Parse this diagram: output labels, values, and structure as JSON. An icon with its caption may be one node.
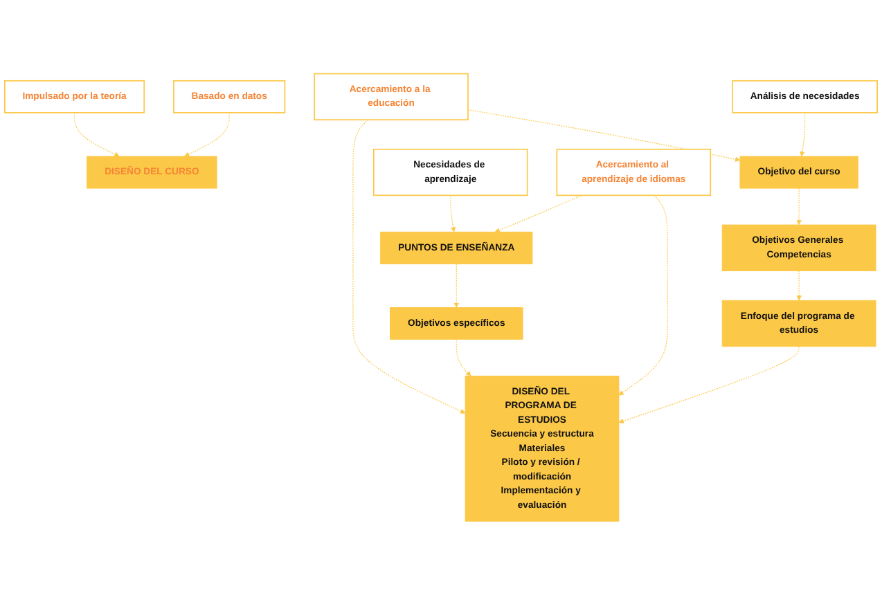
{
  "diagram": {
    "nodes": [
      {
        "text": [
          "Basado en datos"
        ]
      },
      {
        "text": [
          "DISEÑO DEL CURSO"
        ]
      },
      {
        "text": [
          "Impulsado por la teoría"
        ]
      },
      {
        "text": [
          "Objetivo del curso"
        ]
      },
      {
        "text": [
          "Análisis de necesidades"
        ]
      },
      {
        "text": [
          "Acercamiento a la educación"
        ]
      },
      {
        "text": [
          "Objetivos Generales Competencias"
        ]
      },
      {
        "text": [
          "Enfoque del programa de estudios"
        ]
      },
      {
        "text": [
          "DISEÑO DEL PROGRAMA DE ESTUDIOS",
          "Secuencia y estructura",
          "Materiales",
          "Piloto y revisión / modificación",
          "Implementación y evaluación"
        ]
      },
      {
        "text": [
          "Necesidades de aprendizaje"
        ]
      },
      {
        "text": [
          "Acercamiento al aprendizaje de idiomas"
        ]
      },
      {
        "text": [
          "Objetivos específicos"
        ]
      },
      {
        "text": [
          "PUNTOS DE ENSEÑANZA"
        ]
      }
    ],
    "edges": [
      {
        "from": 0,
        "to": 1,
        "arrow": "to",
        "style": "dashed"
      },
      {
        "from": 2,
        "to": 1,
        "arrow": "to",
        "style": "dashed"
      },
      {
        "from": 4,
        "to": 3,
        "arrow": "to",
        "style": "dashed"
      },
      {
        "from": 5,
        "to": 3,
        "arrow": "to",
        "style": "dashed"
      },
      {
        "from": 3,
        "to": 6,
        "arrow": "to",
        "style": "dashed"
      },
      {
        "from": 6,
        "to": 7,
        "arrow": "to",
        "style": "dashed"
      },
      {
        "from": 7,
        "to": 8,
        "arrow": "to",
        "style": "dashed"
      },
      {
        "from": 5,
        "to": 8,
        "arrow": "to",
        "style": "dashed"
      },
      {
        "from": 10,
        "to": 8,
        "arrow": "to",
        "style": "dashed"
      },
      {
        "from": 11,
        "to": 8,
        "arrow": "to",
        "style": "dashed"
      },
      {
        "from": 12,
        "to": 11,
        "arrow": "to",
        "style": "dashed"
      },
      {
        "from": 9,
        "to": 12,
        "arrow": "to",
        "style": "dashed"
      },
      {
        "from": 10,
        "to": 12,
        "arrow": "to",
        "style": "dashed"
      }
    ]
  }
}
